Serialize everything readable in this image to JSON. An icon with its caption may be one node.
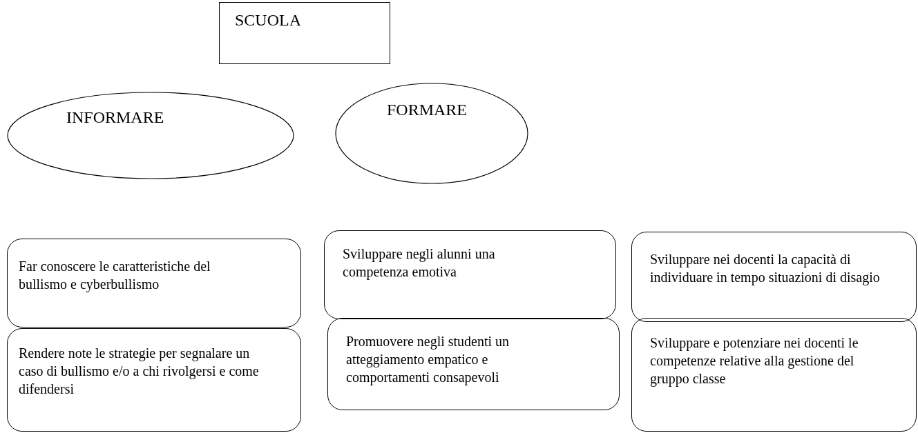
{
  "diagram": {
    "nodes": [
      {
        "text": [
          "SCUOLA"
        ]
      },
      {
        "text": [
          "INFORMARE"
        ]
      },
      {
        "text": [
          "FORMARE"
        ]
      },
      {
        "text": [
          "Far conoscere le caratteristiche del bullismo e cyberbullismo"
        ]
      },
      {
        "text": [
          "Sviluppare negli alunni una competenza emotiva"
        ]
      },
      {
        "text": [
          "Sviluppare nei docenti la capacità di individuare in tempo situazioni di disagio"
        ]
      },
      {
        "text": [
          "Rendere note le strategie per segnalare un caso di bullismo e/o a chi rivolgersi e come difendersi"
        ]
      },
      {
        "text": [
          "Promuovere negli studenti un atteggiamento empatico e comportamenti consapevoli"
        ]
      },
      {
        "text": [
          "Sviluppare e potenziare nei docenti le competenze relative alla gestione del gruppo classe"
        ]
      }
    ]
  }
}
